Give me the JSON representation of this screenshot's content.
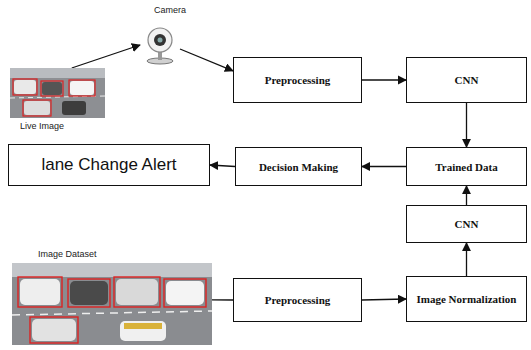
{
  "diagram": {
    "nodes": [
      {
        "text": [
          "Camera"
        ]
      },
      {
        "text": [
          "Live Image"
        ]
      },
      {
        "text": [
          "Preprocessing"
        ]
      },
      {
        "text": [
          "CNN"
        ]
      },
      {
        "text": [
          "lane Change Alert"
        ]
      },
      {
        "text": [
          "Decision Making"
        ]
      },
      {
        "text": [
          "Trained Data"
        ]
      },
      {
        "text": [
          "CNN"
        ]
      },
      {
        "text": [
          "Image Dataset"
        ]
      },
      {
        "text": [
          "Preprocessing"
        ]
      },
      {
        "text": [
          "Image Normalization"
        ]
      }
    ],
    "edges": [
      {
        "from": 1,
        "to": 0,
        "arrow": "to"
      },
      {
        "from": 0,
        "to": 2,
        "arrow": "to"
      },
      {
        "from": 2,
        "to": 3,
        "arrow": "to"
      },
      {
        "from": 3,
        "to": 6,
        "arrow": "to"
      },
      {
        "from": 6,
        "to": 5,
        "arrow": "to"
      },
      {
        "from": 5,
        "to": 4,
        "arrow": "to"
      },
      {
        "from": 8,
        "to": 9,
        "arrow": "none"
      },
      {
        "from": 9,
        "to": 10,
        "arrow": "to"
      },
      {
        "from": 10,
        "to": 7,
        "arrow": "to"
      },
      {
        "from": 7,
        "to": 6,
        "arrow": "to"
      }
    ]
  }
}
